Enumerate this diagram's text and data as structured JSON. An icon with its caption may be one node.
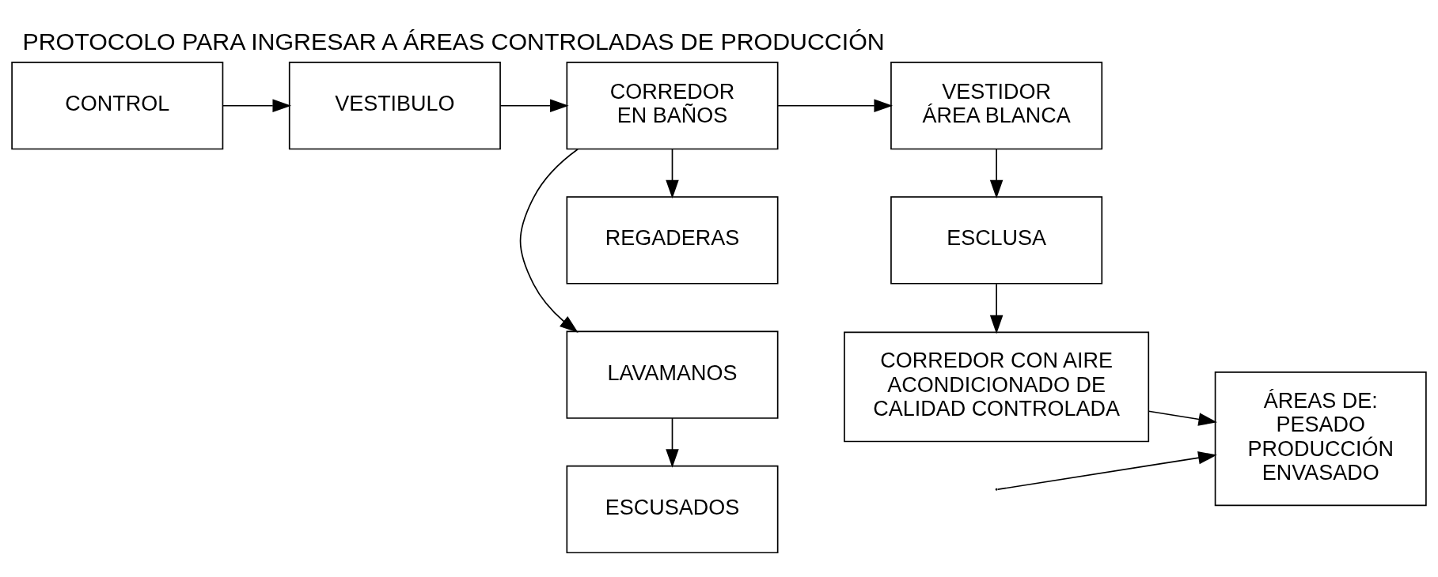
{
  "diagram": {
    "title": "PROTOCOLO PARA INGRESAR A ÁREAS CONTROLADAS DE PRODUCCIÓN",
    "nodes": [
      {
        "text": [
          "CONTROL"
        ]
      },
      {
        "text": [
          "VESTIBULO"
        ]
      },
      {
        "text": [
          "CORREDOR EN BAÑOS"
        ]
      },
      {
        "text": [
          "ESCUSADOS"
        ]
      },
      {
        "text": [
          "LAVAMANOS"
        ]
      },
      {
        "text": [
          "REGADERAS"
        ]
      },
      {
        "text": [
          "VESTIDOR ÁREA BLANCA"
        ]
      },
      {
        "text": [
          "ESCLUSA"
        ]
      },
      {
        "text": [
          "CORREDOR CON AIRE ACONDICIONADO DE CALIDAD CONTROLADA"
        ]
      },
      {
        "text": [
          "ÁREAS DE: PESADO PRODUCCIÓN ENVASADO"
        ]
      }
    ],
    "edges": [
      {
        "from": 0,
        "to": 1,
        "arrow": "to"
      },
      {
        "from": 1,
        "to": 2,
        "arrow": "to"
      },
      {
        "from": 2,
        "to": 4,
        "arrow": "to"
      },
      {
        "from": 4,
        "to": 3,
        "arrow": "to"
      },
      {
        "from": 2,
        "to": 5,
        "arrow": "to"
      },
      {
        "from": 2,
        "to": 6,
        "arrow": "to"
      },
      {
        "from": 6,
        "to": 7,
        "arrow": "to"
      },
      {
        "from": 7,
        "to": 8,
        "arrow": "to"
      },
      {
        "from": 8,
        "to": 9,
        "arrow": "to"
      },
      {
        "from": null,
        "to": 9,
        "arrow": "to"
      }
    ]
  }
}
